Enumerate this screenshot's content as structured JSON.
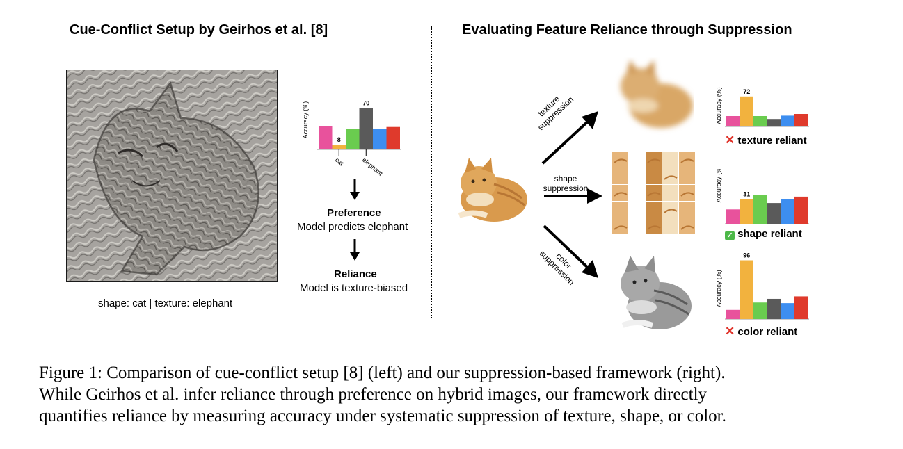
{
  "left": {
    "title": "Cue-Conflict Setup by Geirhos et al. [8]",
    "image_caption": "shape: cat | texture: elephant",
    "flow": {
      "preference_title": "Preference",
      "preference_text": "Model predicts elephant",
      "reliance_title": "Reliance",
      "reliance_text": "Model is texture-biased"
    }
  },
  "right": {
    "title": "Evaluating Feature Reliance through Suppression",
    "arrows": {
      "texture": "texture suppression",
      "shape": "shape suppression",
      "color": "color suppression"
    },
    "results": {
      "texture": {
        "icon": "cross-icon",
        "label": "texture reliant"
      },
      "shape": {
        "icon": "check-icon",
        "label": "shape reliant"
      },
      "color": {
        "icon": "cross-icon",
        "label": "color reliant"
      }
    }
  },
  "caption": {
    "line1": "Figure 1: Comparison of cue-conflict setup [8] (left) and our suppression-based framework (right).",
    "line2": "While Geirhos et al.  infer reliance through preference on hybrid images, our framework directly",
    "line3": "quantifies reliance by measuring accuracy under systematic suppression of texture, shape, or color."
  },
  "colors": [
    "#e8529c",
    "#f2b23e",
    "#6acc4f",
    "#5a5a5a",
    "#3d8ef0",
    "#df3a2c"
  ],
  "chart_data": [
    {
      "type": "bar",
      "ylabel": "Accuracy (%)",
      "values": [
        40,
        8,
        35,
        70,
        35,
        38
      ],
      "data_labels": {
        "1": "8",
        "3": "70"
      },
      "tick_labels": [
        {
          "index": 1,
          "label": "cat"
        },
        {
          "index": 3,
          "label": "elephant"
        }
      ]
    },
    {
      "type": "bar",
      "ylabel": "Accuracy (%)",
      "values": [
        25,
        72,
        25,
        18,
        26,
        30
      ],
      "data_labels": {
        "1": "72"
      }
    },
    {
      "type": "bar",
      "ylabel": "Accuracy (%)",
      "values": [
        18,
        31,
        36,
        26,
        31,
        34
      ],
      "data_labels": {
        "1": "31"
      }
    },
    {
      "type": "bar",
      "ylabel": "Accuracy (%)",
      "values": [
        15,
        96,
        27,
        33,
        26,
        37
      ],
      "data_labels": {
        "1": "96"
      }
    }
  ]
}
